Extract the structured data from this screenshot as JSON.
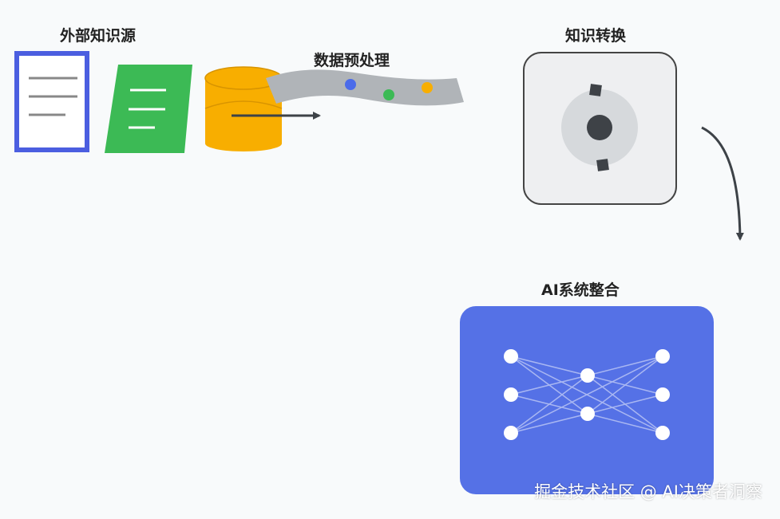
{
  "labels": {
    "external_sources": "外部知识源",
    "preprocessing": "数据预处理",
    "transformation": "知识转换",
    "ai_integration": "AI系统整合"
  },
  "icons": {
    "document": "document-icon",
    "spreadsheet": "green-document-icon",
    "database": "database-icon",
    "pipeline": "pipeline-icon",
    "transform": "gear-icon",
    "neural_network": "neural-network-icon"
  },
  "colors": {
    "background": "#f8fafb",
    "doc_blue": "#4b5ee0",
    "doc_green": "#3cba55",
    "db_orange": "#f8ae00",
    "pipe_gray": "#b0b4b8",
    "dot_blue": "#4b6bea",
    "dot_green": "#3cba55",
    "dot_orange": "#f8ae00",
    "transform_bg": "#eeeff1",
    "nn_bg": "#5571e6",
    "arrow": "#3d4247"
  },
  "watermark": {
    "text": "掘金技术社区 @ AI决策者洞察"
  }
}
